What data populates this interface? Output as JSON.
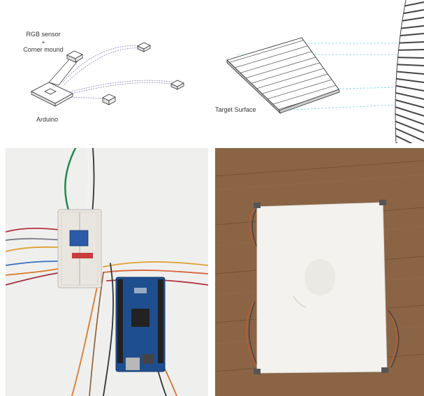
{
  "diagram_left": {
    "sensor_label_line1": "RGB sensor",
    "sensor_label_line2": "+",
    "sensor_label_line3": "Corner mound",
    "board_label": "Arduino"
  },
  "diagram_right": {
    "surface_label": "Target Surface"
  },
  "colors": {
    "wire_purple": "#8a7fc4",
    "projection_cyan": "#7fd3e0",
    "floor_wood": "#8a6444",
    "fabric_white": "#efefee",
    "breadboard": "#e8e6df",
    "arduino_blue": "#1f4e8f"
  }
}
